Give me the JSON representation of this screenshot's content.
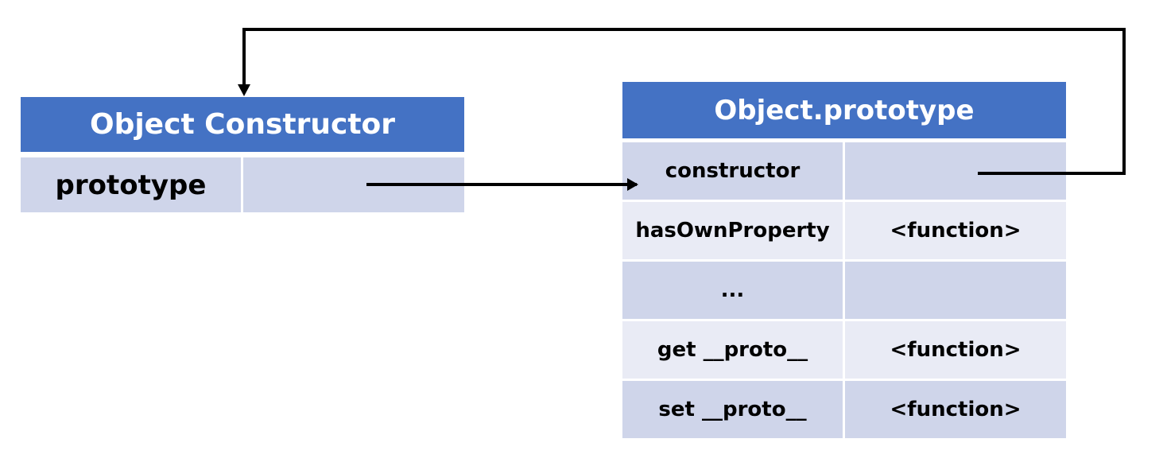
{
  "object_constructor": {
    "title": "Object Constructor",
    "rows": [
      {
        "key": "prototype",
        "value": ""
      }
    ]
  },
  "object_prototype": {
    "title": "Object.prototype",
    "rows": [
      {
        "key": "constructor",
        "value": ""
      },
      {
        "key": "hasOwnProperty",
        "value": "<function>"
      },
      {
        "key": "...",
        "value": ""
      },
      {
        "key": "get __proto__",
        "value": "<function>"
      },
      {
        "key": "set __proto__",
        "value": "<function>"
      }
    ]
  },
  "colors": {
    "header": "#4472c4",
    "row_dark": "#cfd5ea",
    "row_light": "#e9ebf5",
    "arrow": "#000000"
  }
}
